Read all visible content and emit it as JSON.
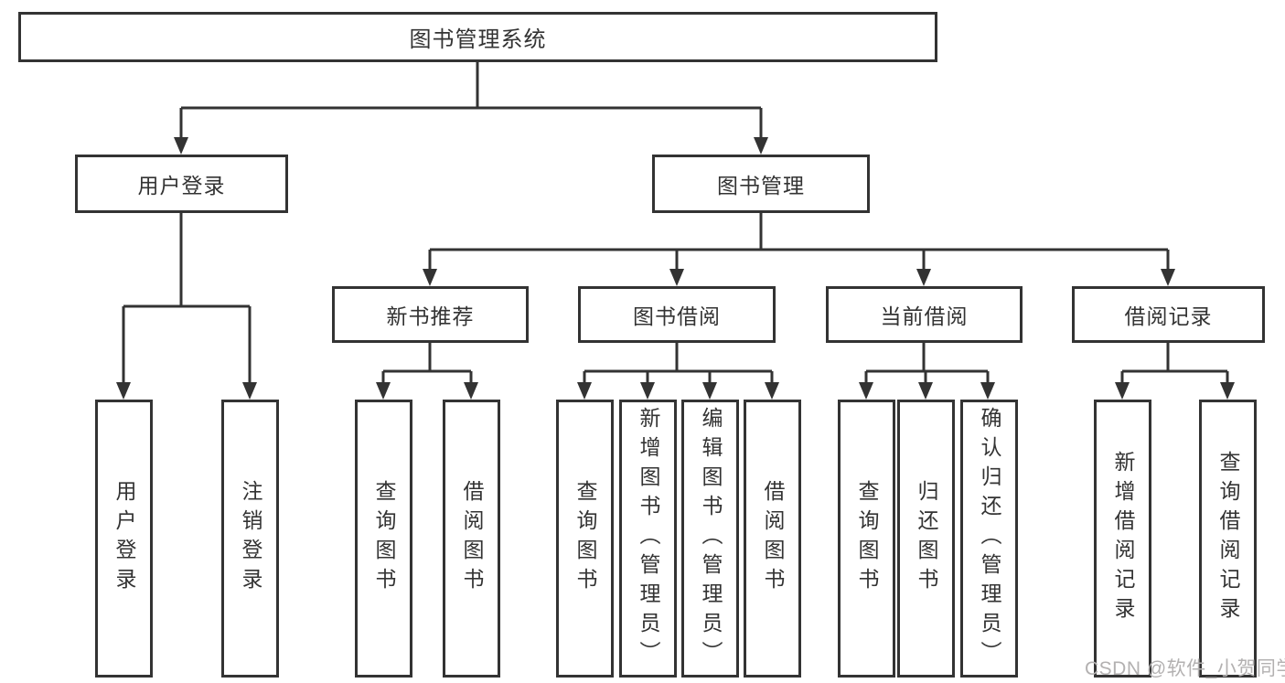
{
  "tree": {
    "root": "图书管理系统",
    "branches": [
      {
        "label": "用户登录",
        "children": [
          "用户登录",
          "注销登录"
        ]
      },
      {
        "label": "图书管理",
        "groups": [
          {
            "label": "新书推荐",
            "children": [
              "查询图书",
              "借阅图书"
            ]
          },
          {
            "label": "图书借阅",
            "children": [
              "查询图书",
              "新增图书（管理员）",
              "编辑图书（管理员）",
              "借阅图书"
            ]
          },
          {
            "label": "当前借阅",
            "children": [
              "查询图书",
              "归还图书",
              "确认归还（管理员）"
            ]
          },
          {
            "label": "借阅记录",
            "children": [
              "新增借阅记录",
              "查询借阅记录"
            ]
          }
        ]
      }
    ]
  },
  "colors": {
    "line": "#333333",
    "box_border": "#333333",
    "text": "#333333",
    "background": "#ffffff",
    "watermark": "#b3b1b1"
  },
  "watermark": "CSDN @软件_小贺同学"
}
